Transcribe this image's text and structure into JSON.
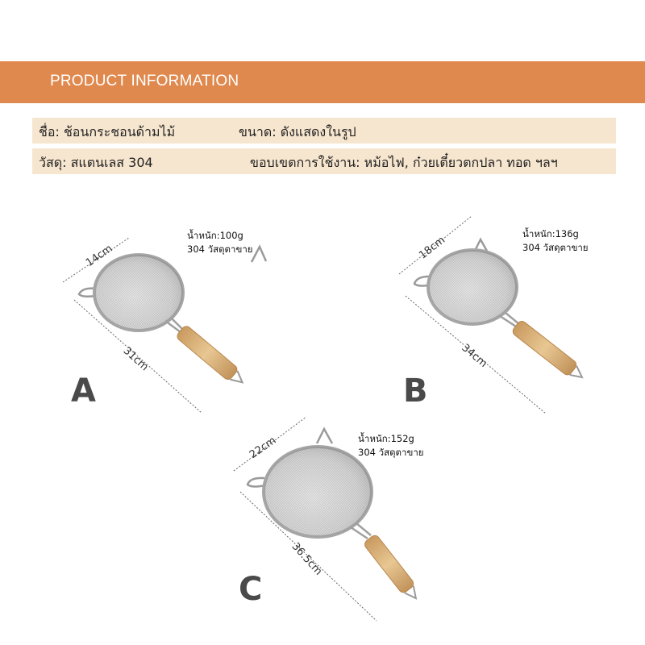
{
  "header": {
    "title": "PRODUCT INFORMATION"
  },
  "info": {
    "name": "ชื่อ: ช้อนกระชอนด้ามไม้",
    "size": "ขนาด: ดังแสดงในรูป",
    "material": "วัสดุ: สแตนเลส 304",
    "usage": "ขอบเขตการใช้งาน: หม้อไฟ, ก๋วยเตี๋ยวตกปลา ทอด ฯลฯ"
  },
  "products": [
    {
      "letter": "A",
      "diameter": "14cm",
      "length": "31cm",
      "weight": "น้ำหนัก:100g",
      "material_note": "304 วัสดุตาขาย"
    },
    {
      "letter": "B",
      "diameter": "18cm",
      "length": "34cm",
      "weight": "น้ำหนัก:136g",
      "material_note": "304 วัสดุตาขาย"
    },
    {
      "letter": "C",
      "diameter": "22cm",
      "length": "36.5cm",
      "weight": "น้ำหนัก:152g",
      "material_note": "304 วัสดุตาขาย"
    }
  ],
  "colors": {
    "header": "#e0894e",
    "row_background": "#f7e6cf",
    "wood": "#d9b07a",
    "steel": "#b8b8b8"
  }
}
